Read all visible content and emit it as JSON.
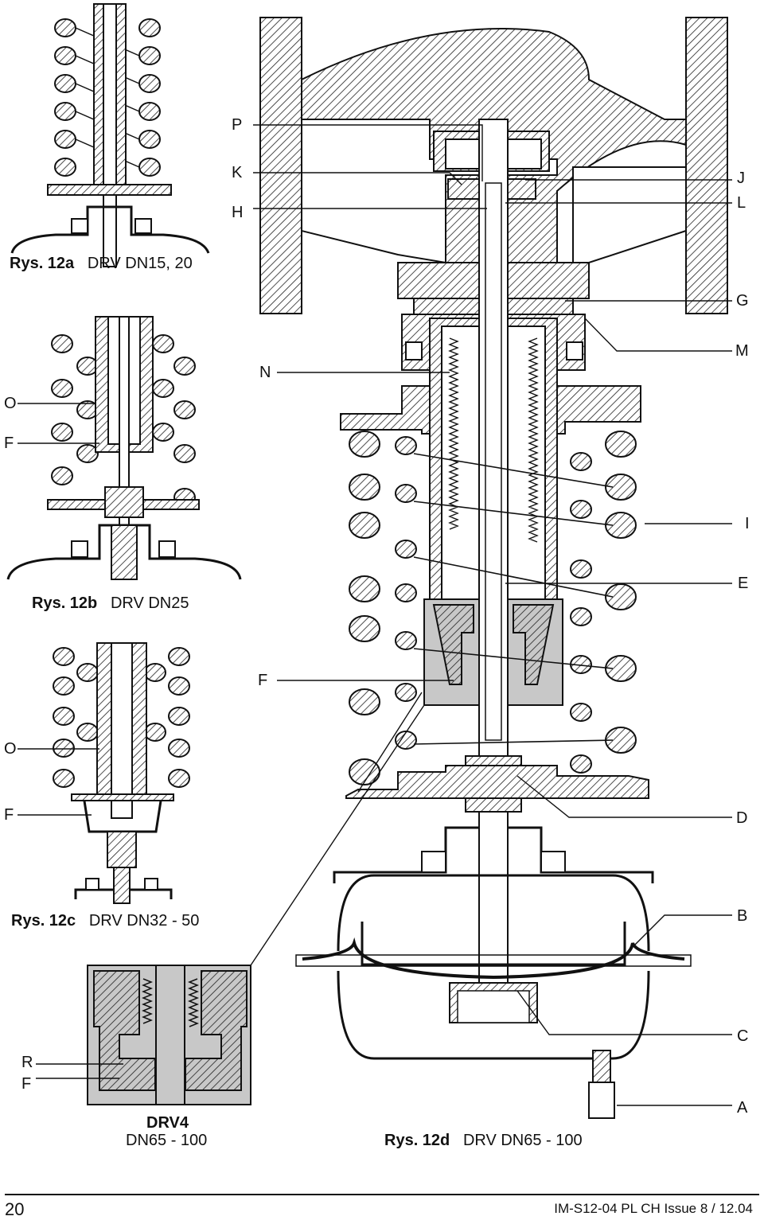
{
  "labels": {
    "P": "P",
    "K": "K",
    "H": "H",
    "J": "J",
    "L": "L",
    "G": "G",
    "M": "M",
    "N": "N",
    "O": "O",
    "F": "F",
    "I": "I",
    "E": "E",
    "D": "D",
    "B": "B",
    "C": "C",
    "R": "R",
    "A": "A"
  },
  "captions": {
    "fig_12a_num": "Rys. 12a",
    "fig_12a_text": "DRV  DN15, 20",
    "fig_12b_num": "Rys. 12b",
    "fig_12b_text": "DRV  DN25",
    "fig_12c_num": "Rys. 12c",
    "fig_12c_text": "DRV  DN32 - 50",
    "fig_12d_num": "Rys. 12d",
    "fig_12d_text": "DRV  DN65 - 100",
    "drv4_title": "DRV4",
    "drv4_text": "DN65 - 100"
  },
  "footer": {
    "page_number": "20",
    "doc_id": "IM-S12-04 PL  CH Issue 8 / 12.04"
  }
}
